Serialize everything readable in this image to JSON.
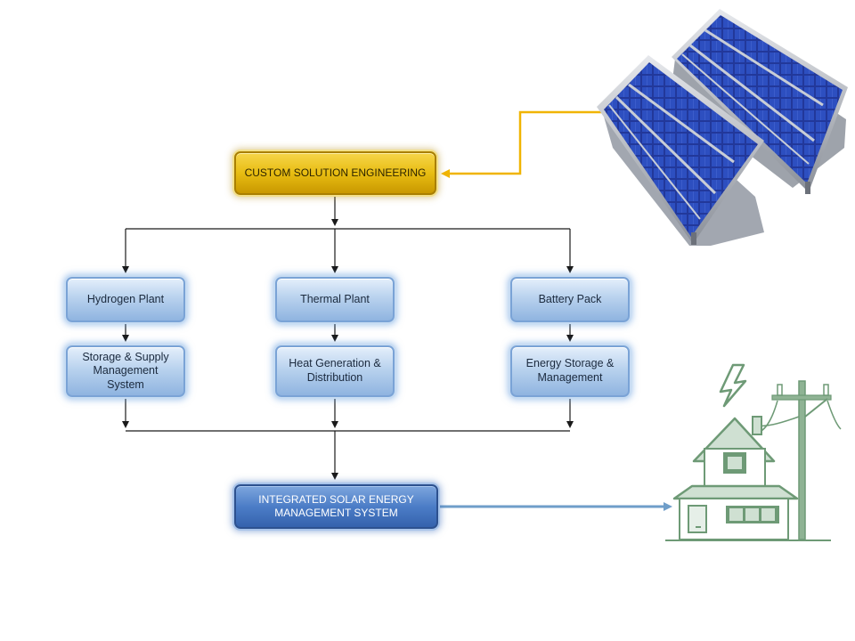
{
  "diagram": {
    "top_box": "CUSTOM SOLUTION ENGINEERING",
    "plants": [
      {
        "name": "Hydrogen Plant",
        "detail": "Storage & Supply Management System"
      },
      {
        "name": "Thermal Plant",
        "detail": "Heat Generation & Distribution"
      },
      {
        "name": "Battery Pack",
        "detail": "Energy Storage & Management"
      }
    ],
    "bottom_box": "INTEGRATED SOLAR ENERGY MANAGEMENT SYSTEM"
  },
  "icons": {
    "solar": "solar-panels-icon",
    "house": "house-power-line-icon",
    "lightning": "lightning-bolt-icon"
  },
  "colors": {
    "gold_arrow": "#f0b400",
    "blue_arrow": "#6f9ec9",
    "connector": "#1a1a1a",
    "house_green": "#8fb394"
  }
}
